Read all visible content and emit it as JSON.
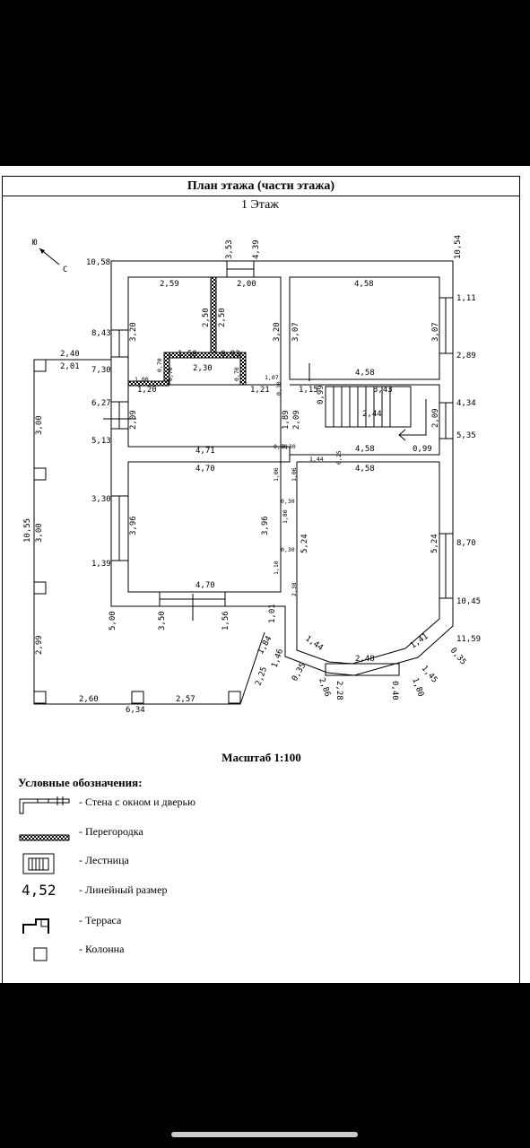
{
  "header": {
    "title": "План этажа (части этажа)",
    "floor": "1 Этаж"
  },
  "compass": {
    "north": "Ю",
    "south": "С"
  },
  "dimensions": {
    "d10_58": "10,58",
    "d3_53": "3,53",
    "d4_39": "4,39",
    "d10_54": "10,54",
    "r_2_59": "2,59",
    "r_2_00": "2,00",
    "r_4_58_top": "4,58",
    "d1_11": "1,11",
    "d8_43": "8,43",
    "v3_20a": "3,20",
    "v2_50a": "2,50",
    "v2_50b": "2,50",
    "v3_20b": "3,20",
    "v3_07a": "3,07",
    "v3_07b": "3,07",
    "d2_89": "2,89",
    "d2_40": "2,40",
    "d1_50": "1,50",
    "d0_93": "0,93",
    "d2_01": "2,01",
    "d7_30": "7,30",
    "d2_30": "2,30",
    "d4_58_mid": "4,58",
    "s1_00": "1,00",
    "s0_70a": "0,70",
    "s0_70b": "0,70",
    "s0_70c": "0,70",
    "s1_07": "1,07",
    "d1_20": "1,20",
    "d1_21": "1,21",
    "s0_10": "0,10",
    "d1_15": "1,15",
    "d0_99a": "0,99",
    "d3_43": "3,43",
    "d4_34": "4,34",
    "d6_27": "6,27",
    "d2_44": "2,44",
    "d2_09a": "2,09",
    "d1_89": "1,89",
    "d2_09b": "2,09",
    "d2_09c": "2,09",
    "d5_35": "5,35",
    "d5_13": "5,13",
    "d3_00a": "3,00",
    "d4_71": "4,71",
    "s0_10b": "0,10",
    "s0_30a": "0,30",
    "d4_58_low": "4,58",
    "d0_99b": "0,99",
    "d1_44a": "1,44",
    "s0_25": "0,25",
    "d4_70_top": "4,70",
    "d4_58_bot": "4,58",
    "s1_06a": "1,06",
    "s1_06b": "1,06",
    "s0_30b": "0,30",
    "d3_30": "3,30",
    "d3_96a": "3,96",
    "d3_96b": "3,96",
    "s1_80": "1,80",
    "d10_55": "10,55",
    "d3_00b": "3,00",
    "d5_24a": "5,24",
    "d5_24b": "5,24",
    "d8_70": "8,70",
    "s0_30c": "0,30",
    "d1_39": "1,39",
    "s1_10": "1,10",
    "d4_70_bot": "4,70",
    "s2_38": "2,38",
    "d10_45": "10,45",
    "d5_00": "5,00",
    "d3_50": "3,50",
    "d1_56": "1,56",
    "d1_01": "1,01",
    "d11_59": "11,59",
    "d2_99": "2,99",
    "d1_84": "1,84",
    "d1_44b": "1,44",
    "d1_41": "1,41",
    "d0_35a": "0,35",
    "d2_48": "2,48",
    "d1_46": "1,46",
    "d2_25": "2,25",
    "d0_35b": "0,35",
    "d1_45": "1,45",
    "d2_86": "2,86",
    "d2_28": "2,28",
    "d0_40": "0,40",
    "d1_80": "1,80",
    "d2_60": "2,60",
    "d2_57": "2,57",
    "d6_34": "6,34"
  },
  "scale": "Масштаб 1:100",
  "legend": {
    "title": "Условные обозначения:",
    "items": [
      {
        "label": "- Стена с окном и дверью",
        "icon": "wall-window-door-icon"
      },
      {
        "label": "- Перегородка",
        "icon": "partition-icon"
      },
      {
        "label": "- Лестница",
        "icon": "staircase-icon"
      },
      {
        "label": "- Линейный размер",
        "icon": "linear-dimension-icon",
        "sample": "4,52"
      },
      {
        "label": "- Терраса",
        "icon": "terrace-icon"
      },
      {
        "label": "- Колонна",
        "icon": "column-icon"
      }
    ]
  }
}
